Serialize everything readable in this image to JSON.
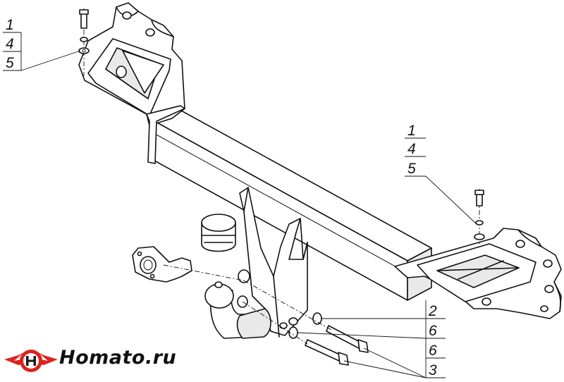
{
  "callouts": {
    "top_left": [
      "1",
      "4",
      "5"
    ],
    "right": [
      "1",
      "4",
      "5"
    ],
    "bottom_right": [
      "2",
      "6",
      "6",
      "3"
    ]
  },
  "logo": {
    "text": "Homato.ru",
    "colors": {
      "red": "#d9251d",
      "dark": "#1a1a1a"
    }
  }
}
